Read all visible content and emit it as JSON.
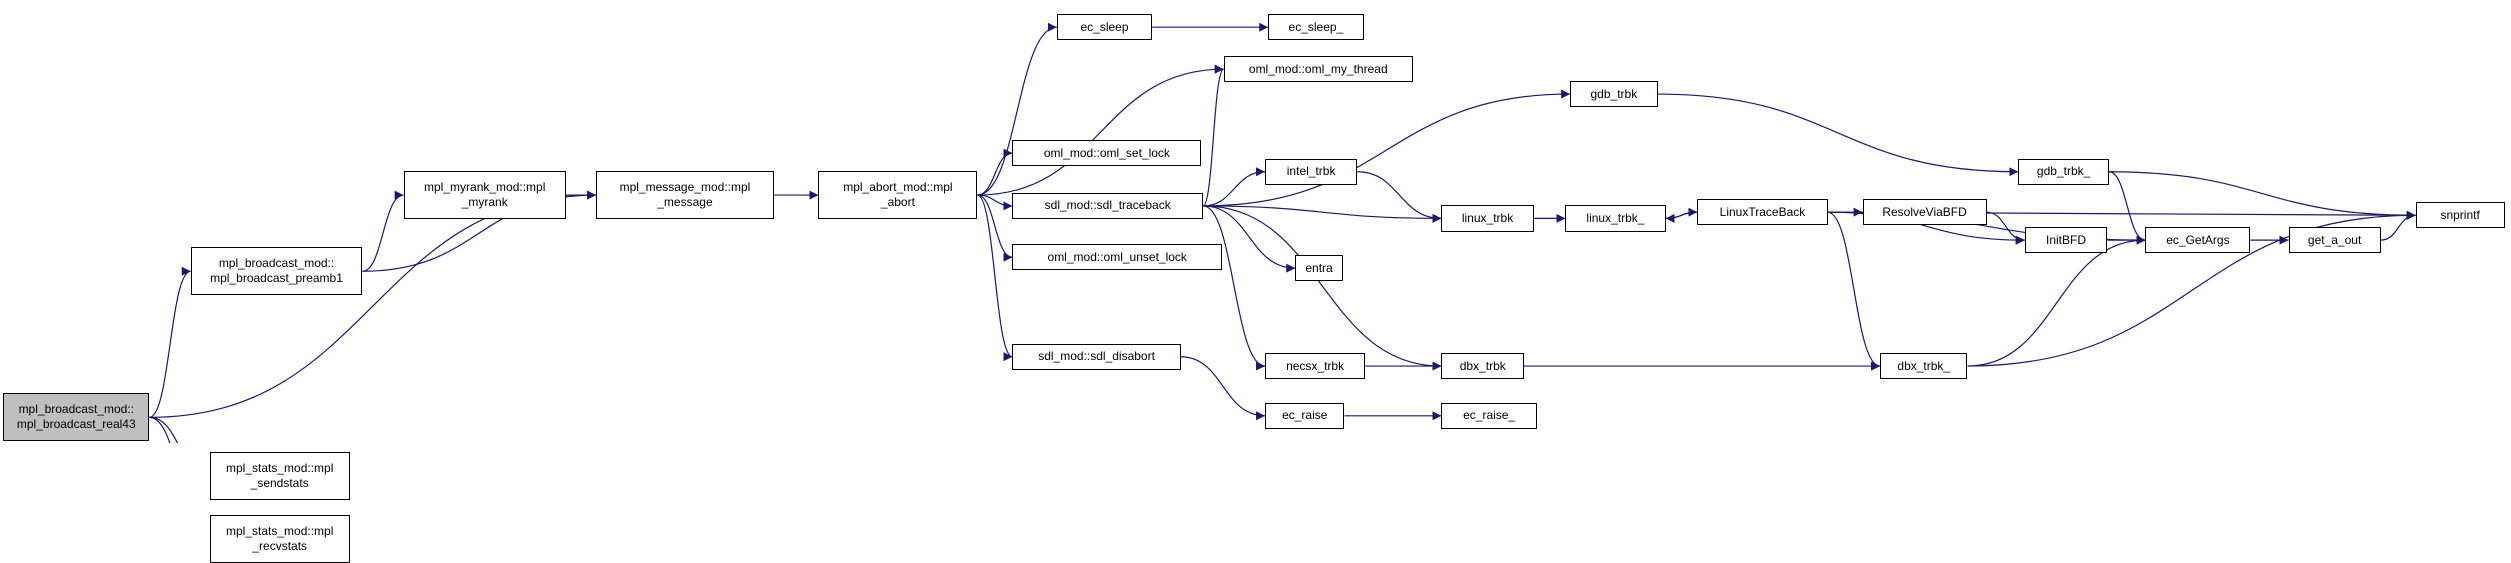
{
  "colors": {
    "edge": "#191970",
    "node_border": "#000000",
    "root_fill": "#bfbfbf",
    "node_fill": "#ffffff"
  },
  "nodes": [
    {
      "id": "root",
      "lines": [
        "mpl_broadcast_mod::",
        "mpl_broadcast_real43"
      ],
      "root": true
    },
    {
      "id": "preamb",
      "lines": [
        "mpl_broadcast_mod::",
        "mpl_broadcast_preamb1"
      ]
    },
    {
      "id": "sendstats",
      "lines": [
        "mpl_stats_mod::mpl",
        "_sendstats"
      ]
    },
    {
      "id": "recvstats",
      "lines": [
        "mpl_stats_mod::mpl",
        "_recvstats"
      ]
    },
    {
      "id": "myrank",
      "lines": [
        "mpl_myrank_mod::mpl",
        "_myrank"
      ]
    },
    {
      "id": "message",
      "lines": [
        "mpl_message_mod::mpl",
        "_message"
      ]
    },
    {
      "id": "abort",
      "lines": [
        "mpl_abort_mod::mpl",
        "_abort"
      ]
    },
    {
      "id": "ec_sleep",
      "lines": [
        "ec_sleep"
      ]
    },
    {
      "id": "ec_sleep_",
      "lines": [
        "ec_sleep_"
      ]
    },
    {
      "id": "oml_my_thread",
      "lines": [
        "oml_mod::oml_my_thread"
      ]
    },
    {
      "id": "oml_set_lock",
      "lines": [
        "oml_mod::oml_set_lock"
      ]
    },
    {
      "id": "sdl_traceback",
      "lines": [
        "sdl_mod::sdl_traceback"
      ]
    },
    {
      "id": "oml_unset_lock",
      "lines": [
        "oml_mod::oml_unset_lock"
      ]
    },
    {
      "id": "sdl_disabort",
      "lines": [
        "sdl_mod::sdl_disabort"
      ]
    },
    {
      "id": "gdb_trbk",
      "lines": [
        "gdb_trbk"
      ]
    },
    {
      "id": "intel_trbk",
      "lines": [
        "intel_trbk"
      ]
    },
    {
      "id": "linux_trbk",
      "lines": [
        "linux_trbk"
      ]
    },
    {
      "id": "linux_trbk_",
      "lines": [
        "linux_trbk_"
      ]
    },
    {
      "id": "LinuxTraceBack",
      "lines": [
        "LinuxTraceBack"
      ]
    },
    {
      "id": "ResolveViaBFD",
      "lines": [
        "ResolveViaBFD"
      ]
    },
    {
      "id": "InitBFD",
      "lines": [
        "InitBFD"
      ]
    },
    {
      "id": "gdb_trbk_",
      "lines": [
        "gdb_trbk_"
      ]
    },
    {
      "id": "ec_GetArgs",
      "lines": [
        "ec_GetArgs"
      ]
    },
    {
      "id": "get_a_out",
      "lines": [
        "get_a_out"
      ]
    },
    {
      "id": "snprintf",
      "lines": [
        "snprintf"
      ]
    },
    {
      "id": "entra",
      "lines": [
        "entra"
      ]
    },
    {
      "id": "necsx_trbk",
      "lines": [
        "necsx_trbk"
      ]
    },
    {
      "id": "dbx_trbk",
      "lines": [
        "dbx_trbk"
      ]
    },
    {
      "id": "dbx_trbk_",
      "lines": [
        "dbx_trbk_"
      ]
    },
    {
      "id": "ec_raise",
      "lines": [
        "ec_raise"
      ]
    },
    {
      "id": "ec_raise_",
      "lines": [
        "ec_raise_"
      ]
    }
  ],
  "edges": [
    [
      "root",
      "preamb"
    ],
    [
      "root",
      "message"
    ],
    [
      "root",
      "sendstats"
    ],
    [
      "root",
      "recvstats"
    ],
    [
      "preamb",
      "myrank"
    ],
    [
      "preamb",
      "message"
    ],
    [
      "myrank",
      "message"
    ],
    [
      "message",
      "abort"
    ],
    [
      "abort",
      "ec_sleep"
    ],
    [
      "abort",
      "oml_my_thread"
    ],
    [
      "abort",
      "oml_set_lock"
    ],
    [
      "abort",
      "sdl_traceback"
    ],
    [
      "abort",
      "oml_unset_lock"
    ],
    [
      "abort",
      "sdl_disabort"
    ],
    [
      "ec_sleep",
      "ec_sleep_"
    ],
    [
      "sdl_traceback",
      "oml_my_thread"
    ],
    [
      "sdl_traceback",
      "gdb_trbk"
    ],
    [
      "sdl_traceback",
      "intel_trbk"
    ],
    [
      "sdl_traceback",
      "linux_trbk"
    ],
    [
      "sdl_traceback",
      "entra"
    ],
    [
      "sdl_traceback",
      "necsx_trbk"
    ],
    [
      "sdl_traceback",
      "dbx_trbk"
    ],
    [
      "gdb_trbk",
      "gdb_trbk_"
    ],
    [
      "intel_trbk",
      "linux_trbk"
    ],
    [
      "linux_trbk",
      "linux_trbk_"
    ],
    [
      "linux_trbk_",
      "LinuxTraceBack"
    ],
    [
      "LinuxTraceBack",
      "linux_trbk_"
    ],
    [
      "LinuxTraceBack",
      "ResolveViaBFD"
    ],
    [
      "LinuxTraceBack",
      "InitBFD"
    ],
    [
      "LinuxTraceBack",
      "ec_GetArgs"
    ],
    [
      "LinuxTraceBack",
      "snprintf"
    ],
    [
      "LinuxTraceBack",
      "dbx_trbk_"
    ],
    [
      "ResolveViaBFD",
      "InitBFD"
    ],
    [
      "InitBFD",
      "ec_GetArgs"
    ],
    [
      "gdb_trbk_",
      "ec_GetArgs"
    ],
    [
      "gdb_trbk_",
      "snprintf"
    ],
    [
      "ec_GetArgs",
      "get_a_out"
    ],
    [
      "get_a_out",
      "snprintf"
    ],
    [
      "necsx_trbk",
      "dbx_trbk"
    ],
    [
      "dbx_trbk",
      "dbx_trbk_"
    ],
    [
      "dbx_trbk_",
      "ec_GetArgs"
    ],
    [
      "dbx_trbk_",
      "snprintf"
    ],
    [
      "sdl_disabort",
      "ec_raise"
    ],
    [
      "ec_raise",
      "ec_raise_"
    ]
  ]
}
